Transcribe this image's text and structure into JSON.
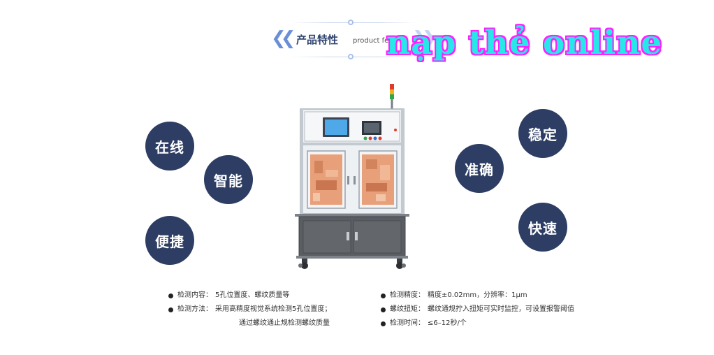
{
  "header": {
    "title": "产品特性",
    "subtitle": "product fea"
  },
  "overlay": {
    "text": "nạp thẻ online"
  },
  "features": {
    "left": [
      "在线",
      "智能",
      "便捷"
    ],
    "right": [
      "稳定",
      "准确",
      "快速"
    ]
  },
  "machine": {
    "icon": "inspection-machine",
    "colors": {
      "frame": "#d8dde3",
      "base": "#5a5d62",
      "window": "#e8a07a",
      "screen": "#4fa8e8"
    }
  },
  "specs": {
    "left": [
      {
        "label": "检测内容：",
        "value": "5孔位置度、螺纹质量等"
      },
      {
        "label": "检测方法：",
        "value": "采用高精度视觉系统检测5孔位置度；",
        "continuation": "通过螺纹通止规检测螺纹质量"
      }
    ],
    "right": [
      {
        "label": "检测精度：",
        "value": "精度±0.02mm，分辨率：1μm"
      },
      {
        "label": "螺纹扭矩：",
        "value": "螺纹通规拧入扭矩可实时监控，可设置报警阈值"
      },
      {
        "label": "检测时间：",
        "value": "≤6–12秒/个"
      }
    ]
  }
}
